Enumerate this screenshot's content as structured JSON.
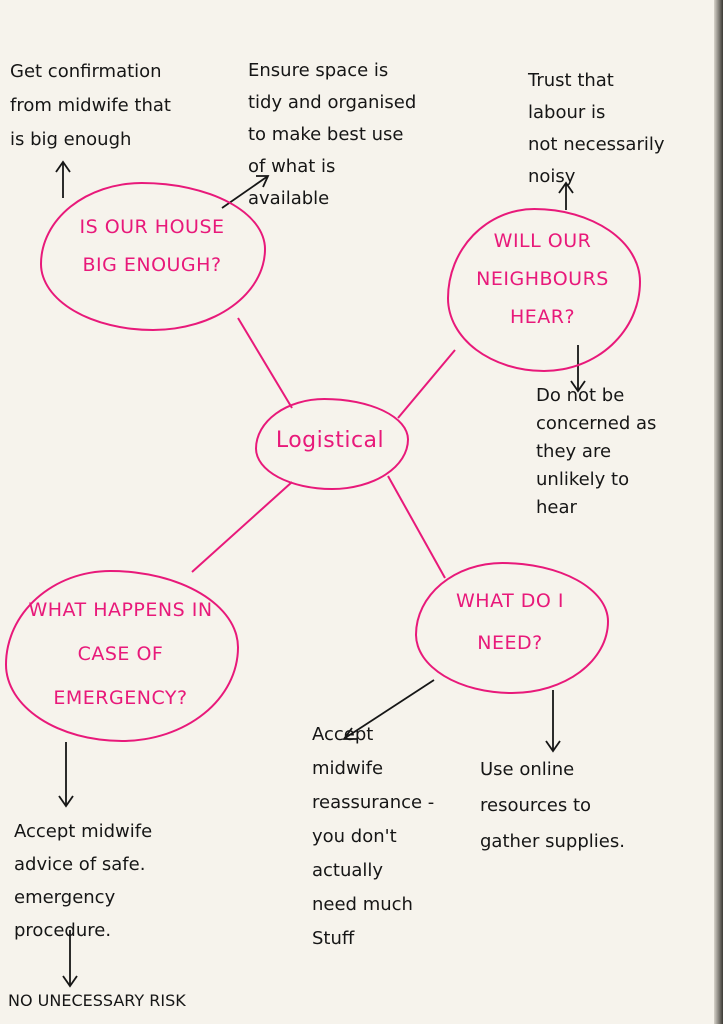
{
  "central": {
    "label": "Logistical"
  },
  "topics": [
    {
      "label": "IS OUR HOUSE BIG ENOUGH?"
    },
    {
      "label": "WILL OUR NEIGHBOURS HEAR?"
    },
    {
      "label": "WHAT HAPPENS IN CASE OF EMERGENCY?"
    },
    {
      "label": "WHAT DO I NEED?"
    }
  ],
  "notes": {
    "house_1": "Get confirmation\nfrom midwife that\nis big enough",
    "house_2": "Ensure space is\ntidy and organised\nto make best use\nof what is\navailable",
    "neighbours_1": "Trust that\nlabour is\nnot necessarily\nnoisy",
    "neighbours_2": "Do not be\nconcerned as\nthey are\nunlikely to\nhear",
    "need_1": "Accept\nmidwife\nreassurance -\nyou don't\nactually\nneed much\nStuff",
    "need_2": "Use online\nresources to\ngather supplies.",
    "emergency_1": "Accept midwife\nadvice of safe.\nemergency\nprocedure.",
    "emergency_2": "NO UNECESSARY RISK"
  },
  "colors": {
    "pink": "#e8197a",
    "ink": "#161616",
    "paper": "#f6f3ec"
  }
}
